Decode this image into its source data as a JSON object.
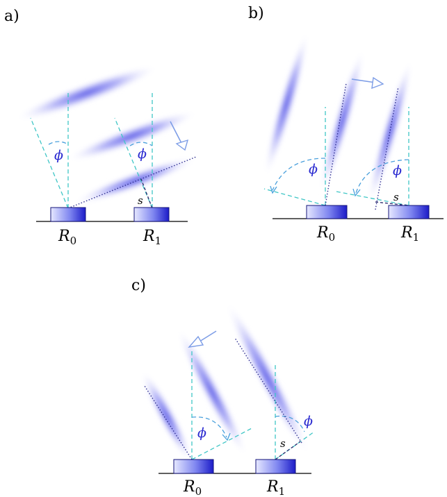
{
  "panels": [
    {
      "id": "a",
      "label": "a)",
      "phi": "ϕ",
      "s": "s",
      "receivers": [
        "R",
        "R"
      ],
      "subs": [
        "0",
        "1"
      ]
    },
    {
      "id": "b",
      "label": "b)",
      "phi": "ϕ",
      "s": "s",
      "receivers": [
        "R",
        "R"
      ],
      "subs": [
        "0",
        "1"
      ]
    },
    {
      "id": "c",
      "label": "c)",
      "phi": "ϕ",
      "s": "s",
      "receivers": [
        "R",
        "R"
      ],
      "subs": [
        "0",
        "1"
      ]
    }
  ],
  "colors": {
    "receiver_light": "#e6e8ff",
    "receiver_dark": "#1c1cc8",
    "wavefront": "#5a5ae6",
    "guide_cyan": "#3fc6c6",
    "arc_blue": "#4aa0dc",
    "arrow": "#7d9de6"
  }
}
